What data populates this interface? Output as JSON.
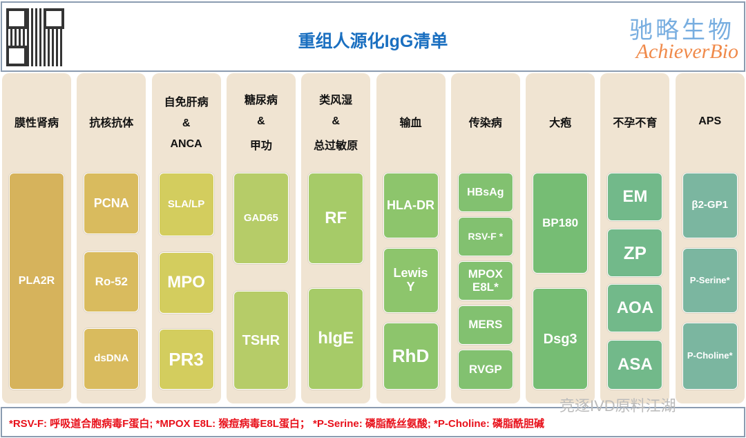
{
  "header": {
    "title": "重组人源化IgG清单",
    "brand_cn": "驰略生物",
    "brand_en": "AchieverBio"
  },
  "columns": [
    {
      "header": [
        "膜性肾病"
      ],
      "color": "#d6b35c",
      "items": [
        "PLA2R"
      ]
    },
    {
      "header": [
        "抗核抗体"
      ],
      "color": "#d9bb5e",
      "items": [
        "PCNA",
        "Ro-52",
        "dsDNA"
      ]
    },
    {
      "header": [
        "自免肝病",
        "&",
        "ANCA"
      ],
      "color": "#d3cd5e",
      "items": [
        "SLA/LP",
        "MPO",
        "PR3"
      ]
    },
    {
      "header": [
        "糖尿病",
        "&",
        "甲功"
      ],
      "color": "#b6cc68",
      "items": [
        "GAD65",
        "TSHR"
      ]
    },
    {
      "header": [
        "类风湿",
        "&",
        "总过敏原"
      ],
      "color": "#a6cb68",
      "items": [
        "RF",
        "hIgE"
      ]
    },
    {
      "header": [
        "输血"
      ],
      "color": "#8dc56c",
      "items": [
        "HLA-DR",
        "Lewis Y",
        "RhD"
      ]
    },
    {
      "header": [
        "传染病"
      ],
      "color": "#82c170",
      "items": [
        "HBsAg",
        "RSV-F *",
        "MPOX E8L*",
        "MERS",
        "RVGP"
      ]
    },
    {
      "header": [
        "大疱"
      ],
      "color": "#76bd74",
      "items": [
        "BP180",
        "Dsg3"
      ]
    },
    {
      "header": [
        "不孕不育"
      ],
      "color": "#72b98a",
      "items": [
        "EM",
        "ZP",
        "AOA",
        "ASA"
      ]
    },
    {
      "header": [
        "APS"
      ],
      "color": "#7bb6a0",
      "items": [
        "β2-GP1",
        "P-Serine*",
        "P-Choline*"
      ]
    }
  ],
  "footer": {
    "note": "*RSV-F: 呼吸道合胞病毒F蛋白; *MPOX E8L: 猴痘病毒E8L蛋白； *P-Serine: 磷脂酰丝氨酸; *P-Choline: 磷脂酰胆碱"
  },
  "watermark": "竞逐IVD原料江湖"
}
